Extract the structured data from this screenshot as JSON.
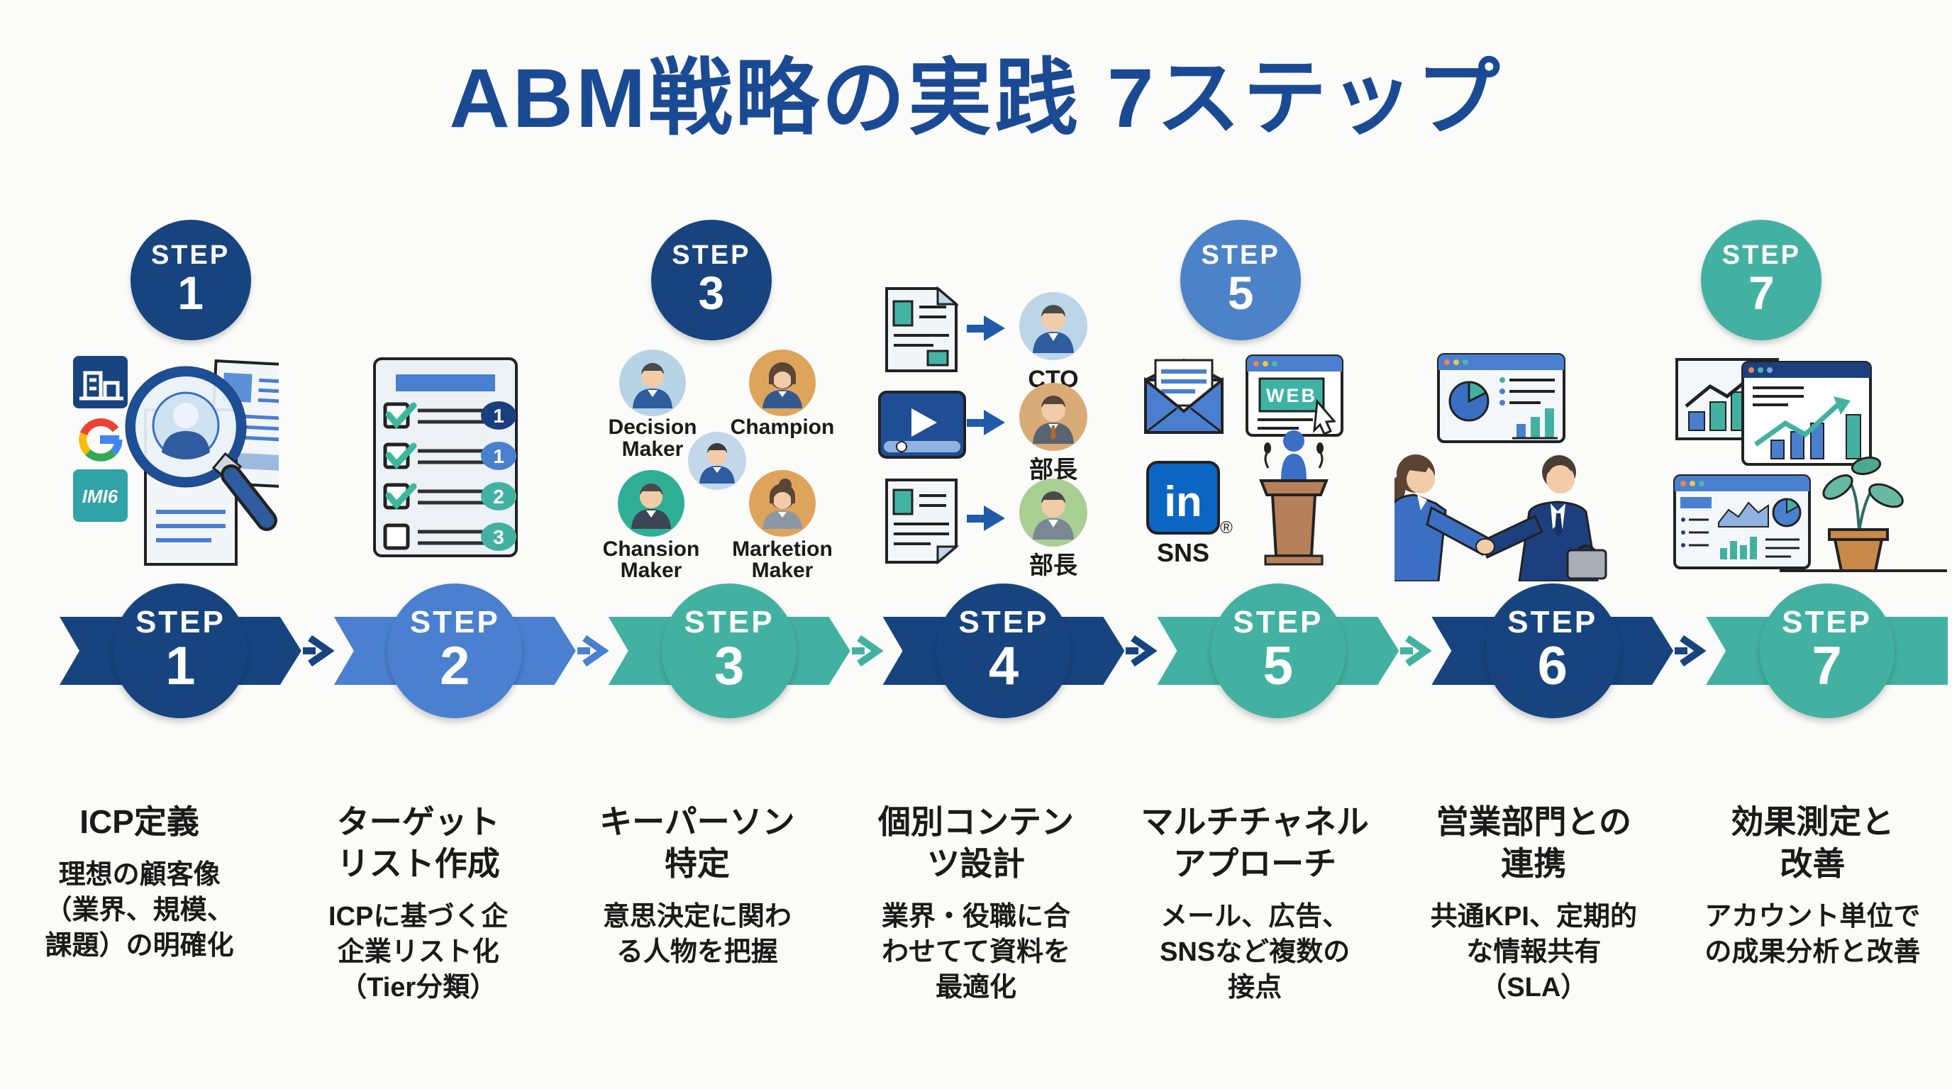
{
  "title": "ABM戦略の実践 7ステップ",
  "step_word": "STEP",
  "colors": {
    "navy": "#17447F",
    "blue": "#4A80CF",
    "teal": "#43B1A2",
    "step5_circle_blue": "#4C82C8",
    "title_blue": "#1B4A94",
    "text_dark": "#1A1A1A",
    "background": "#FBFBF9",
    "linkedin_blue": "#0A66C2"
  },
  "steps": [
    {
      "num": "1",
      "title": "ICP定義",
      "desc": "理想の顧客像\n（業界、規模、\n課題）の明確化"
    },
    {
      "num": "2",
      "title": "ターゲット\nリスト作成",
      "desc": "ICPに基づく企\n企業リスト化\n（Tier分類）"
    },
    {
      "num": "3",
      "title": "キーパーソン\n特定",
      "desc": "意思決定に関わ\nる人物を把握"
    },
    {
      "num": "4",
      "title": "個別コンテン\nツ設計",
      "desc": "業界・役職に合\nわせてて資料を\n最適化"
    },
    {
      "num": "5",
      "title": "マルチチャネル\nアプローチ",
      "desc": "メール、広告、\nSNSなど複数の\n接点"
    },
    {
      "num": "6",
      "title": "営業部門との\n連携",
      "desc": "共通KPI、定期的\nな情報共有\n（SLA）"
    },
    {
      "num": "7",
      "title": "効果測定と\n改善",
      "desc": "アカウント単位で\nの成果分析と改善"
    }
  ],
  "illustrations": {
    "step1": {
      "google_letter": "G",
      "teal_logo_text": "IMI6"
    },
    "step2": {
      "badges": [
        "1",
        "1",
        "2",
        "3"
      ]
    },
    "step3": {
      "avatar_labels": [
        {
          "line1": "Decision",
          "line2": "Maker"
        },
        {
          "line1": "Champion",
          "line2": ""
        },
        {
          "line1": "Chansion",
          "line2": "Maker"
        },
        {
          "line1": "Marketion",
          "line2": "Maker"
        }
      ]
    },
    "step4": {
      "target_labels": [
        "CTO",
        "部長",
        "部長"
      ]
    },
    "step5": {
      "web_label": "WEB",
      "sns_label": "SNS",
      "linkedin_label": "in",
      "registered_mark": "®"
    }
  }
}
